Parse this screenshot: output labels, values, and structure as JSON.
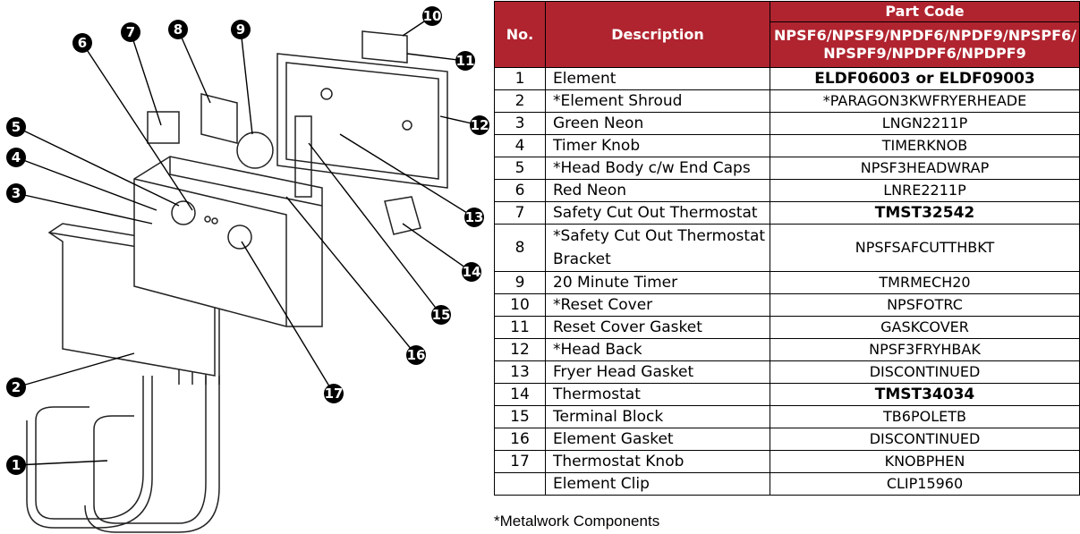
{
  "table": {
    "header": {
      "no": "No.",
      "description": "Description",
      "part_code": "Part Code",
      "models": "NPSF6/NPSF9/NPDF6/NPDF9/NPSPF6/ NPSPF9/NPDPF6/NPDPF9"
    },
    "rows": [
      {
        "no": "1",
        "desc": "Element",
        "code": "ELDF06003 or ELDF09003"
      },
      {
        "no": "2",
        "desc": "*Element Shroud",
        "code": "*PARAGON3KWFRYERHEADE"
      },
      {
        "no": "3",
        "desc": "Green Neon",
        "code": "LNGN2211P"
      },
      {
        "no": "4",
        "desc": "Timer Knob",
        "code": "TIMERKNOB"
      },
      {
        "no": "5",
        "desc": "*Head Body c/w End Caps",
        "code": "NPSF3HEADWRAP"
      },
      {
        "no": "6",
        "desc": "Red Neon",
        "code": "LNRE2211P"
      },
      {
        "no": "7",
        "desc": "Safety Cut Out Thermostat",
        "code": "TMST32542"
      },
      {
        "no": "8",
        "desc": "*Safety Cut Out Thermostat Bracket",
        "code": "NPSFSAFCUTTHBKT"
      },
      {
        "no": "9",
        "desc": "20 Minute Timer",
        "code": "TMRMECH20"
      },
      {
        "no": "10",
        "desc": "*Reset Cover",
        "code": "NPSFOTRC"
      },
      {
        "no": "11",
        "desc": "Reset Cover Gasket",
        "code": "GASKCOVER"
      },
      {
        "no": "12",
        "desc": "*Head Back",
        "code": "NPSF3FRYHBAK"
      },
      {
        "no": "13",
        "desc": "Fryer Head Gasket",
        "code": "DISCONTINUED"
      },
      {
        "no": "14",
        "desc": "Thermostat",
        "code": "TMST34034"
      },
      {
        "no": "15",
        "desc": "Terminal Block",
        "code": "TB6POLETB"
      },
      {
        "no": "16",
        "desc": "Element Gasket",
        "code": "DISCONTINUED"
      },
      {
        "no": "17",
        "desc": "Thermostat Knob",
        "code": "KNOBPHEN"
      },
      {
        "no": "",
        "desc": "Element Clip",
        "code": "CLIP15960"
      }
    ]
  },
  "footnote": "*Metalwork Components",
  "callouts": [
    "1",
    "2",
    "3",
    "4",
    "5",
    "6",
    "7",
    "8",
    "9",
    "10",
    "11",
    "12",
    "13",
    "14",
    "15",
    "16",
    "17"
  ],
  "colors": {
    "header_bg": "#b0242f",
    "header_text": "#ffffff"
  }
}
